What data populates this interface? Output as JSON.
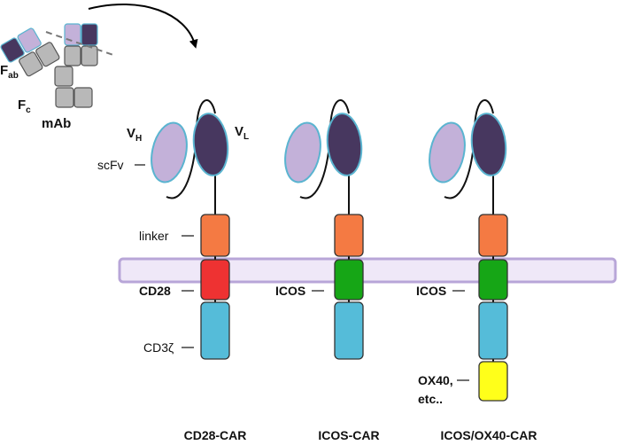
{
  "antibody": {
    "fab_main": "F",
    "fab_sub": "ab",
    "fc_main": "F",
    "fc_sub": "c",
    "mab": "mAb"
  },
  "domains": {
    "vh_main": "V",
    "vh_sub": "H",
    "vl_main": "V",
    "vl_sub": "L"
  },
  "labels": {
    "scfv": "scFv",
    "linker": "linker",
    "cd28": "CD28",
    "cd3z": "CD3ζ",
    "icos_1": "ICOS",
    "icos_2": "ICOS",
    "ox40_line1": "OX40,",
    "ox40_line2": "etc.."
  },
  "constructs": [
    {
      "name": "CD28-CAR"
    },
    {
      "name": "ICOS-CAR"
    },
    {
      "name": "ICOS/OX40-CAR"
    }
  ],
  "colors": {
    "vh_fill": "#c3b1d9",
    "vl_fill": "#47375f",
    "domain_outline": "#5ab4d0",
    "linker": "#f47a43",
    "cd28": "#ee3232",
    "icos": "#16a616",
    "cd3z": "#55bcd9",
    "ox40": "#ffff1a",
    "membrane": "#efe8f8",
    "membrane_outline": "#b8a6d8"
  }
}
